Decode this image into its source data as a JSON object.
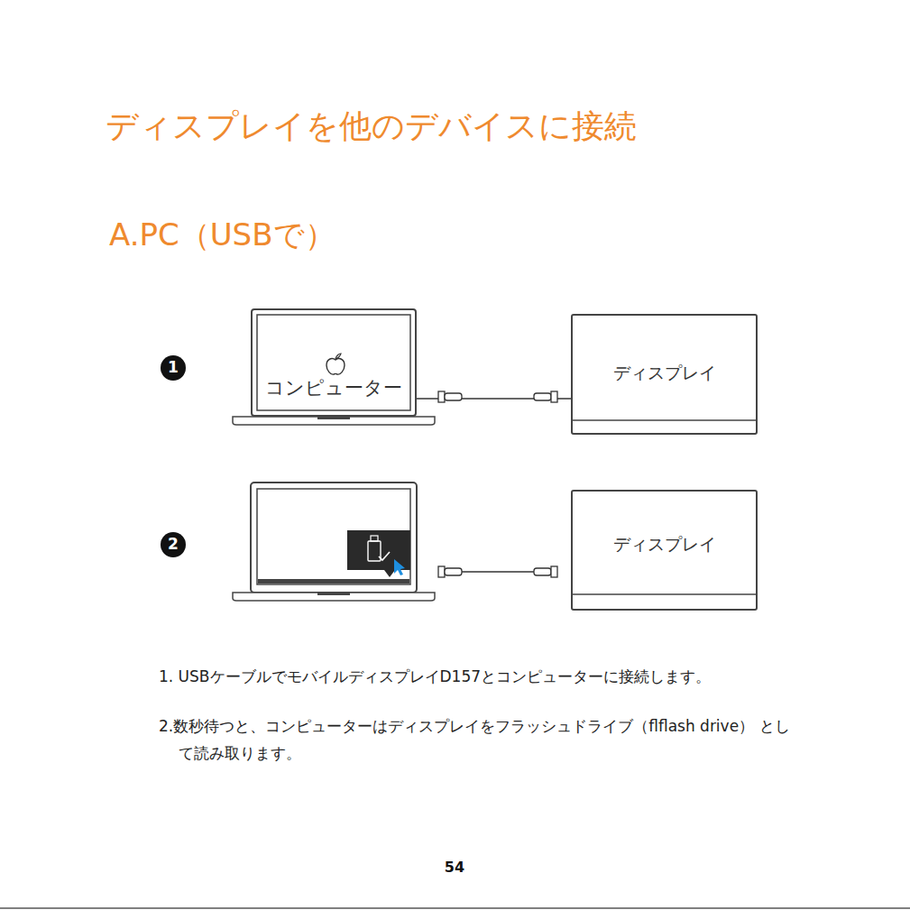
{
  "diagram": {
    "title": "ディスプレイを他のデバイスに接続",
    "nodes": [
      {
        "text": [
          "コンピューター"
        ]
      },
      {
        "text": [
          "ディスプレイ"
        ]
      },
      {
        "text": [
          "ディスプレイ"
        ]
      }
    ],
    "edges": [
      {
        "from": 0,
        "to": 1,
        "arrow": "none"
      }
    ],
    "labels": [
      "A.PC（USBで）",
      "1",
      "2",
      "1. USBケーブルでモバイルディスプレイD157とコンピューターに接続します。",
      "2.数秒待つと、コンピューターはディスプレイをフラッシュドライブ（flflash drive） として読み取ります。",
      "54"
    ]
  }
}
